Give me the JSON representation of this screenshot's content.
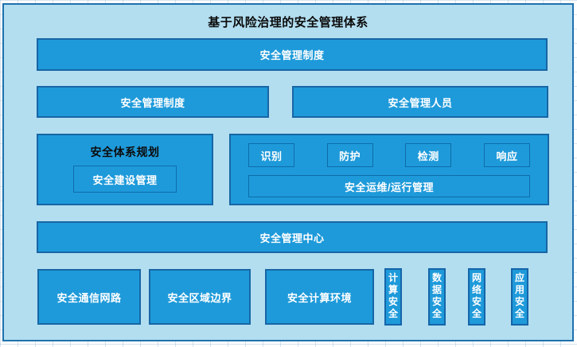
{
  "title": "基于风险治理的安全管理体系",
  "colors": {
    "canvas_background": "#ffffff",
    "panel_fill": "#b2def0",
    "panel_border": "#2070ad",
    "box_fill": "#1e9ada",
    "box_border": "#1866a4",
    "inner_box_border": "#0e6cab",
    "label_text": "#ffffff",
    "title_text": "#0b0b0b"
  },
  "layers": {
    "top_bar": {
      "label": "安全管理制度"
    },
    "row2": [
      {
        "label": "安全管理制度"
      },
      {
        "label": "安全管理人员"
      }
    ],
    "planning": {
      "title": "安全体系规划",
      "inner": {
        "label": "安全建设管理"
      }
    },
    "operations": {
      "steps": [
        {
          "label": "识别"
        },
        {
          "label": "防护"
        },
        {
          "label": "检测"
        },
        {
          "label": "响应"
        }
      ],
      "bottom": {
        "label": "安全运维/运行管理"
      }
    },
    "management_center": {
      "label": "安全管理中心"
    },
    "environments": [
      {
        "label": "安全通信网路"
      },
      {
        "label": "安全区域边界"
      },
      {
        "label": "安全计算环境"
      }
    ],
    "pillars": [
      {
        "label": "计算安全"
      },
      {
        "label": "数据安全"
      },
      {
        "label": "网络安全"
      },
      {
        "label": "应用安全"
      }
    ]
  }
}
